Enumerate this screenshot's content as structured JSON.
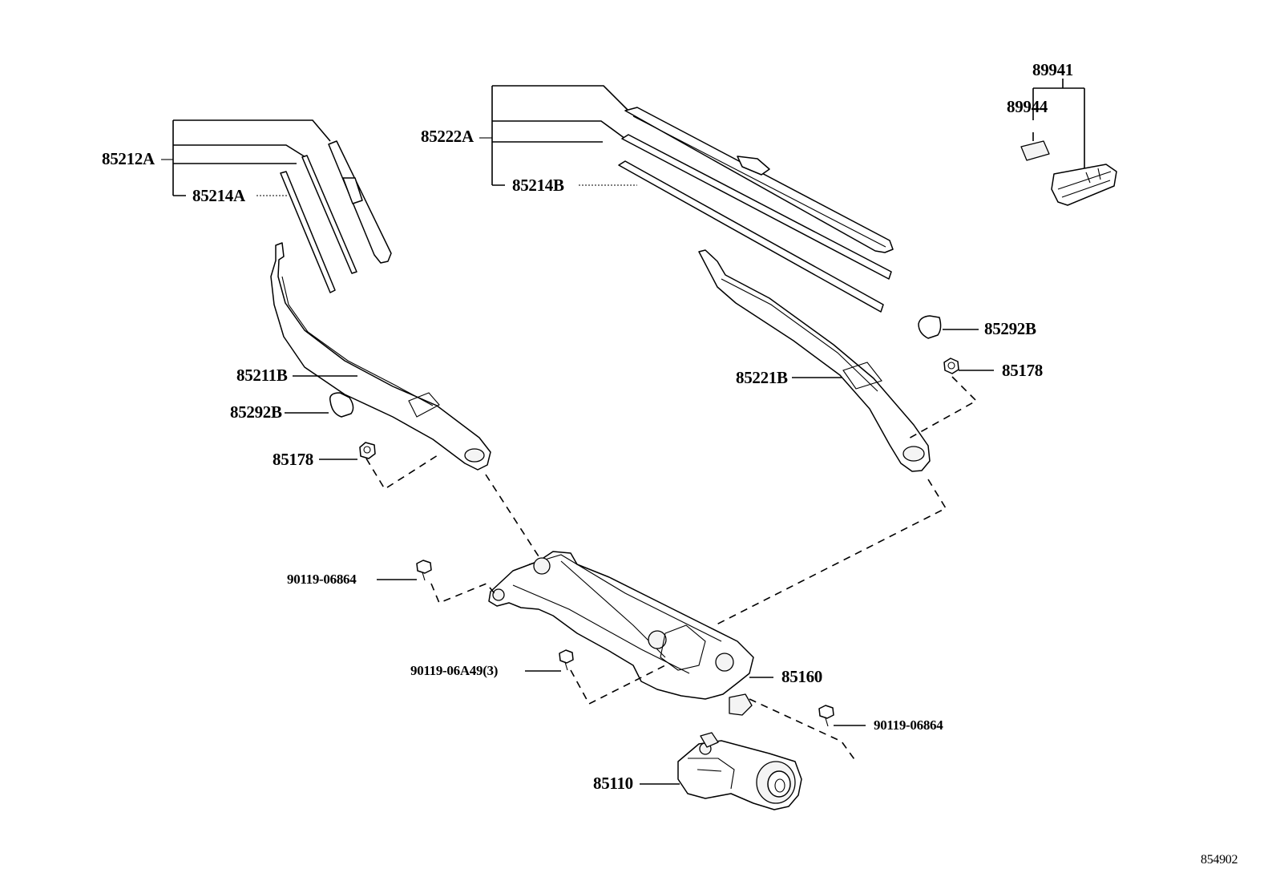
{
  "diagram": {
    "part_labels": {
      "p89941": "89941",
      "p89944": "89944",
      "p85222A": "85222A",
      "p85214B": "85214B",
      "p85212A": "85212A",
      "p85214A": "85214A",
      "p85292B_right": "85292B",
      "p85178_right": "85178",
      "p85211B": "85211B",
      "p85221B": "85221B",
      "p85292B_left": "85292B",
      "p85178_left": "85178",
      "p90119_06864_left": "90119-06864",
      "p90119_06A49": "90119-06A49(3)",
      "p85160": "85160",
      "p90119_06864_right": "90119-06864",
      "p85110": "85110"
    },
    "figure_number": "854902"
  }
}
